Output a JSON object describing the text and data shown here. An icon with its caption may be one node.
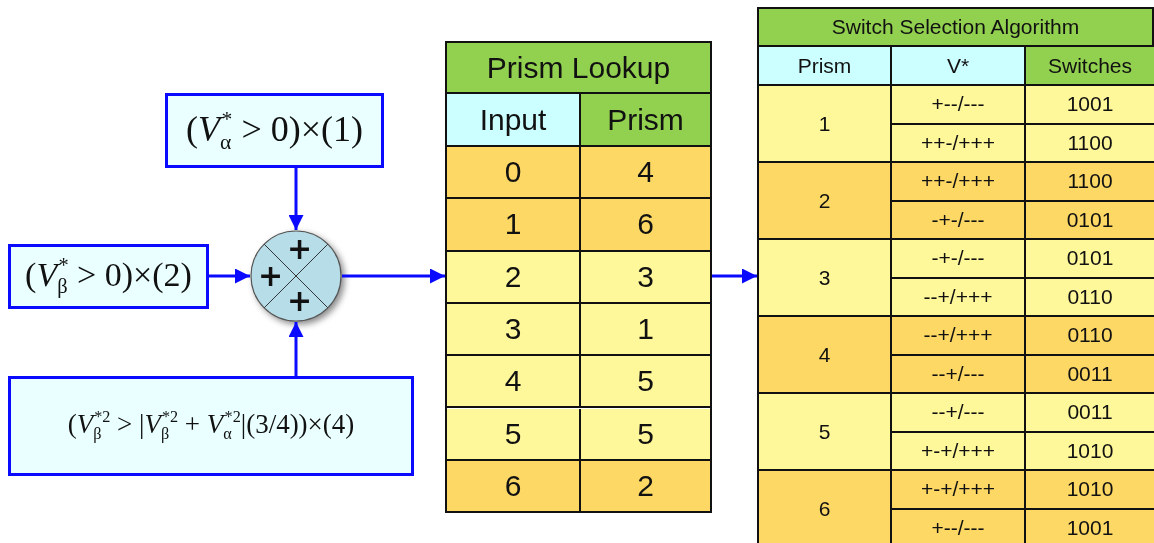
{
  "diagram": {
    "nodes": [
      {
        "text": [
          "(*V*$_{α}$$^{*}$ > 0)×(1)"
        ]
      },
      {
        "text": [
          "(*V*$_{β}$$^{*}$ > 0)×(2)"
        ]
      },
      {
        "text": [
          "(*V*$_{β}$$^{*2}$ > |*V*$_{β}$$^{*2}$ + *V*$_{α}$$^{*2}$|(3/4))×(4)"
        ]
      },
      {
        "text": [
          "+",
          "+",
          "+"
        ]
      },
      {
        "text": [
          "Prism Lookup"
        ]
      },
      {
        "text": [
          "Switch Selection Algorithm"
        ]
      }
    ],
    "edges": [
      {
        "from": 0,
        "to": 3,
        "arrow": "to"
      },
      {
        "from": 1,
        "to": 3,
        "arrow": "to"
      },
      {
        "from": 2,
        "to": 3,
        "arrow": "to"
      },
      {
        "from": 3,
        "to": 4,
        "arrow": "to"
      },
      {
        "from": 4,
        "to": 5,
        "arrow": "to"
      }
    ],
    "labels": [
      "Input",
      "Prism",
      "0",
      "4",
      "1",
      "6",
      "2",
      "3",
      "3",
      "1",
      "4",
      "5",
      "5",
      "5",
      "6",
      "2",
      "Prism",
      "V*",
      "Switches",
      "1",
      "+--/---",
      "1001",
      "++-/+++",
      "1100",
      "2",
      "++-/+++",
      "1100",
      "-+-/---",
      "0101",
      "3",
      "-+-/---",
      "0101",
      "--+/+++",
      "0110",
      "4",
      "--+/+++",
      "0110",
      "--+/---",
      "0011",
      "5",
      "--+/---",
      "0011",
      "+-+/+++",
      "1010",
      "6",
      "+-+/+++",
      "1010",
      "+--/---",
      "1001"
    ]
  }
}
